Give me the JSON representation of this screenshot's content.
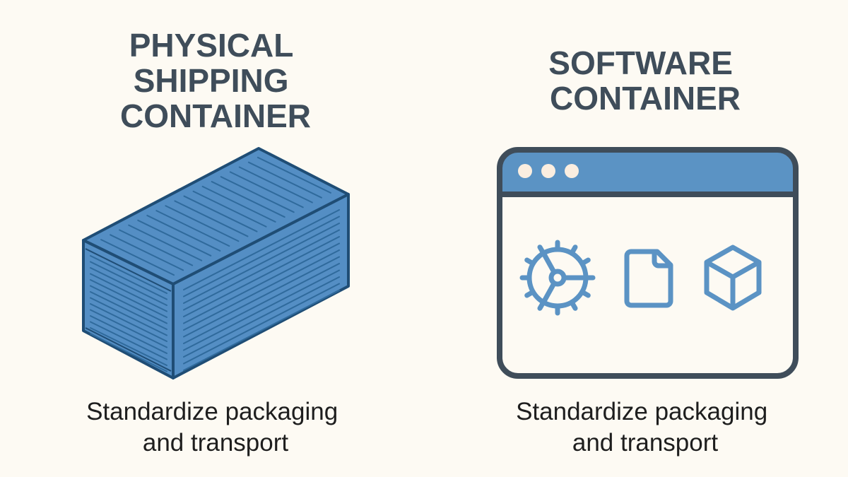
{
  "left": {
    "title_lines": [
      "PHYSICAL",
      "SHIPPING",
      "CONTAINER"
    ],
    "caption_lines": [
      "Standardize packaging",
      "and transport"
    ],
    "icon": "shipping-container-icon"
  },
  "right": {
    "title_lines": [
      "SOFTWARE",
      "CONTAINER"
    ],
    "caption_lines": [
      "Standardize packaging",
      "and transport"
    ],
    "icon": "browser-window-icon",
    "inner_icons": [
      "gear-icon",
      "file-icon",
      "cube-icon"
    ]
  },
  "colors": {
    "background": "#fdfaf3",
    "text_dark": "#3f4d5a",
    "container_fill": "#548ec4",
    "container_stroke": "#1f4d75",
    "accent_blue": "#5b93c4",
    "dot": "#fbeee0"
  }
}
